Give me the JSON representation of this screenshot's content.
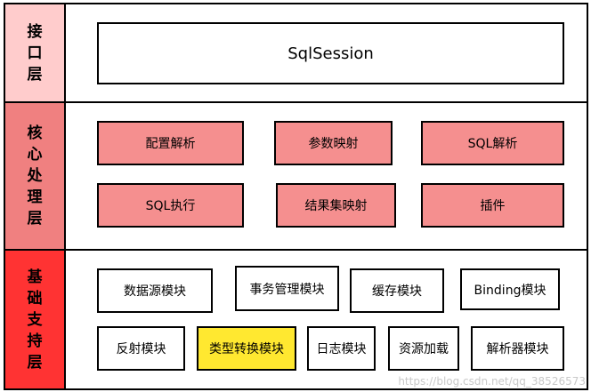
{
  "colors": {
    "interface_label_bg": "#ffcccc",
    "core_label_bg": "#f08080",
    "base_label_bg": "#ff3333",
    "red_box": "#f58f8f",
    "yellow_box": "#ffe830",
    "white_box": "#ffffff"
  },
  "layers": {
    "interface": {
      "label": "接口层",
      "box": "SqlSession"
    },
    "core": {
      "label": "核心处理层",
      "row1": [
        "配置解析",
        "参数映射",
        "SQL解析"
      ],
      "row2": [
        "SQL执行",
        "结果集映射",
        "插件"
      ]
    },
    "base": {
      "label": "基础支持层",
      "row1": [
        "数据源模块",
        "事务管理模块",
        "缓存模块",
        "Binding模块"
      ],
      "row2": [
        "反射模块",
        "类型转换模块",
        "日志模块",
        "资源加载",
        "解析器模块"
      ]
    }
  },
  "watermark": "https://blog.csdn.net/qq_38526573"
}
